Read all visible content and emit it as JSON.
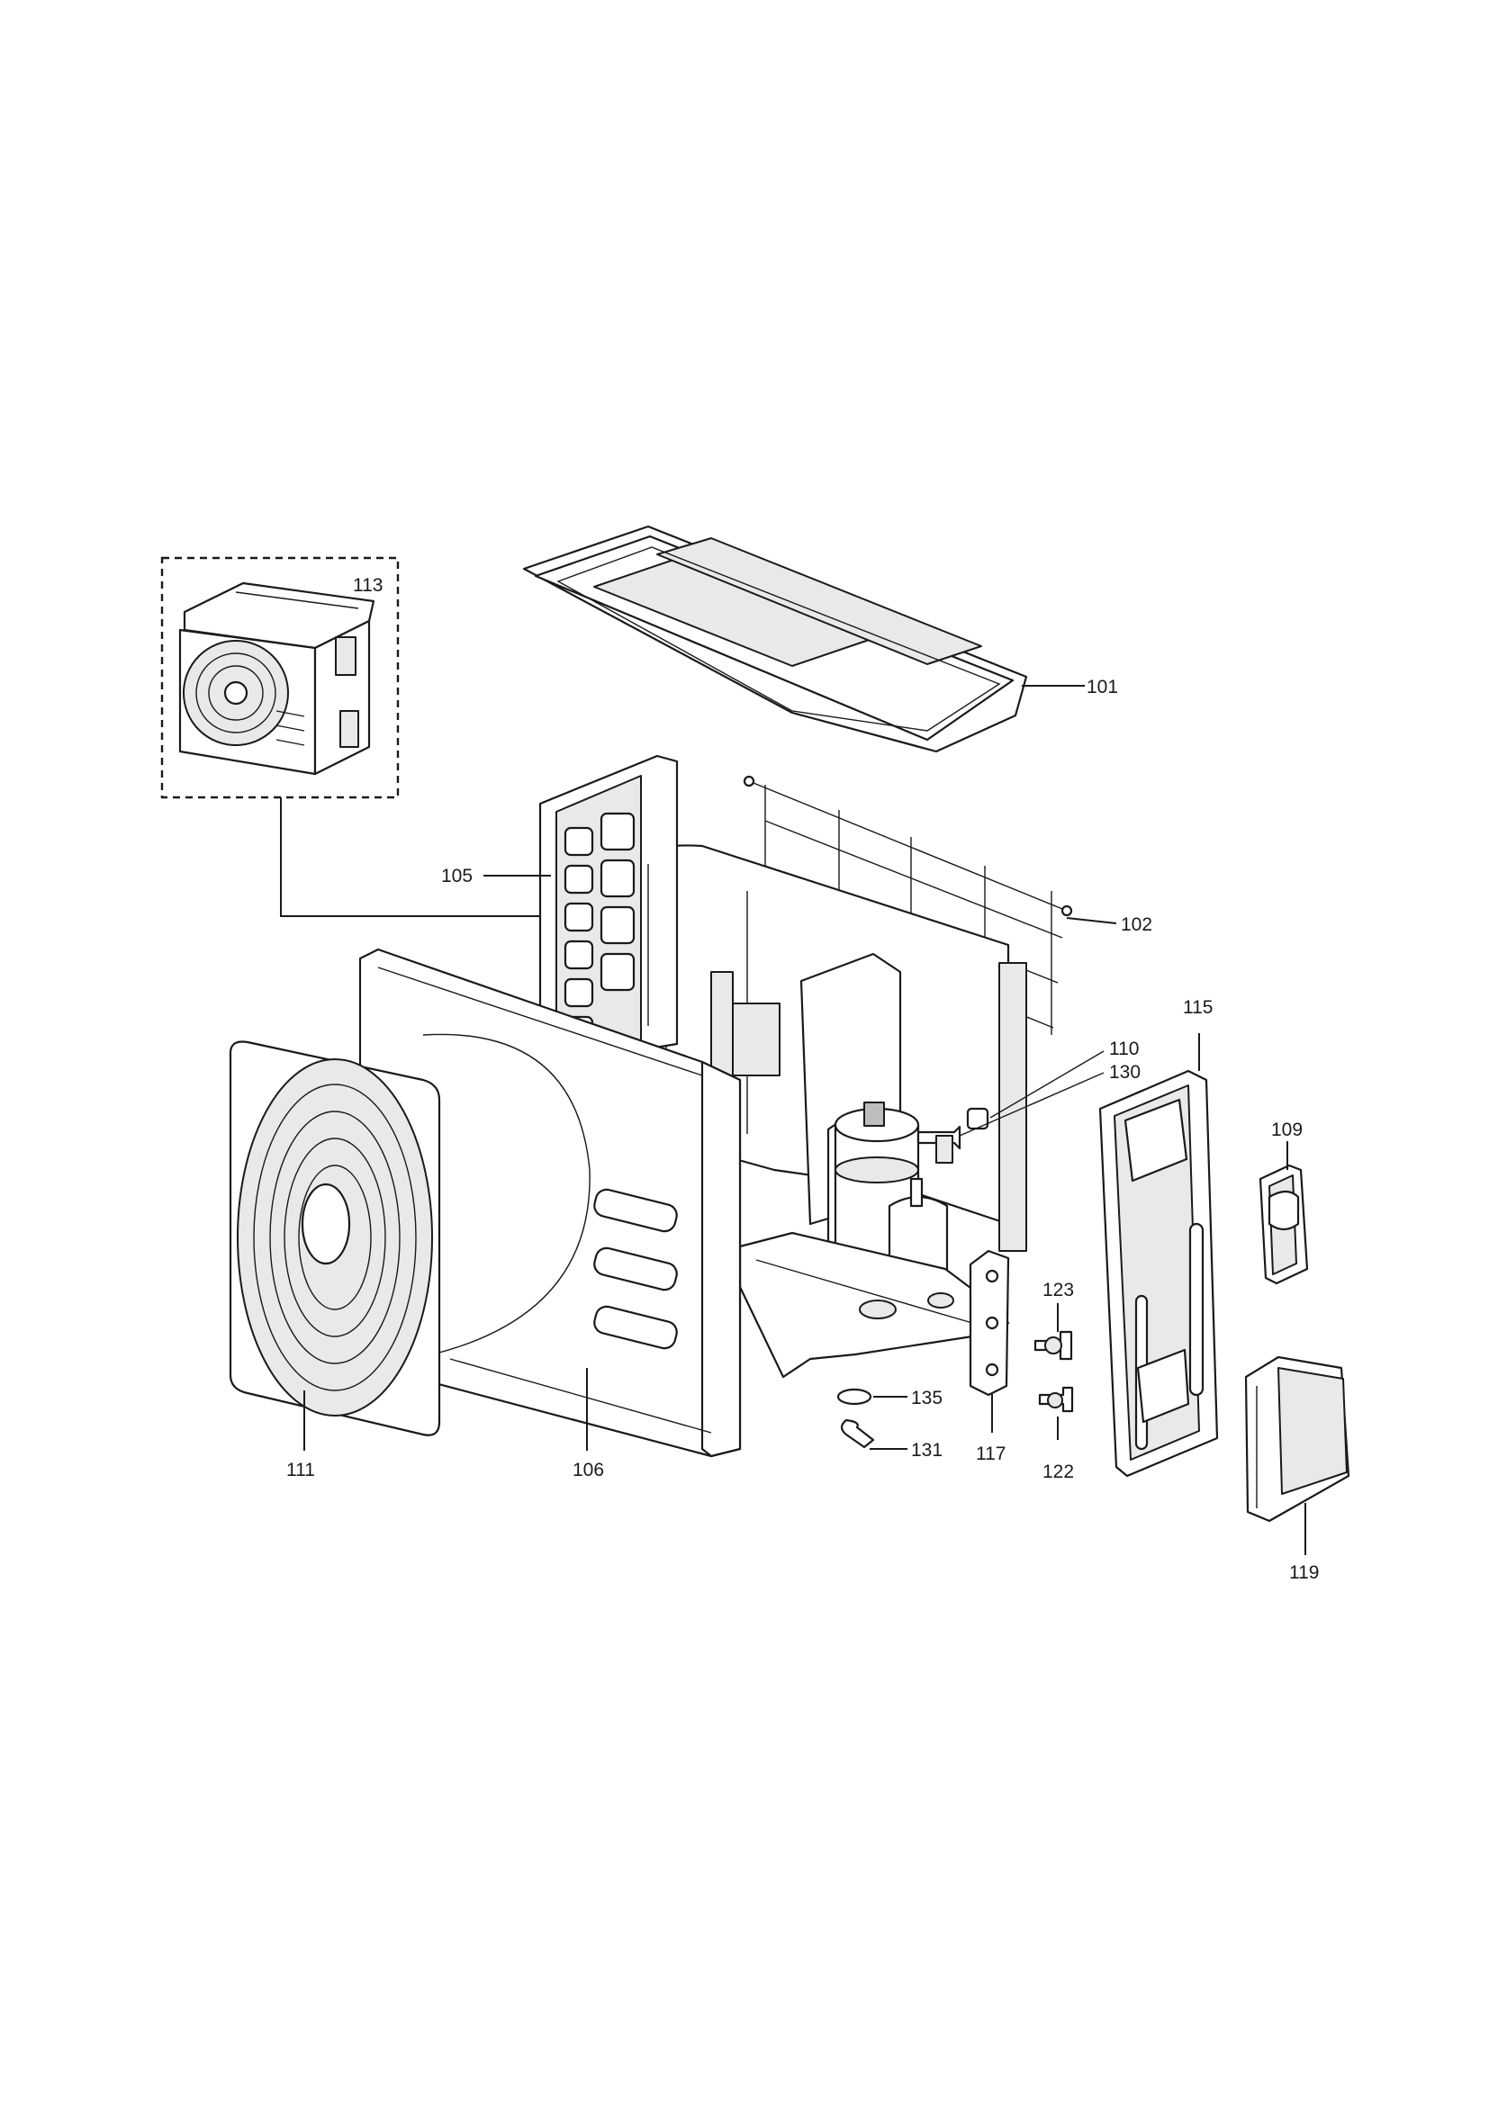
{
  "callouts": {
    "c101": "101",
    "c102": "102",
    "c105": "105",
    "c106": "106",
    "c109": "109",
    "c110": "110",
    "c111": "111",
    "c113": "113",
    "c115": "115",
    "c117": "117",
    "c119": "119",
    "c122": "122",
    "c123": "123",
    "c130": "130",
    "c131": "131",
    "c135": "135"
  }
}
